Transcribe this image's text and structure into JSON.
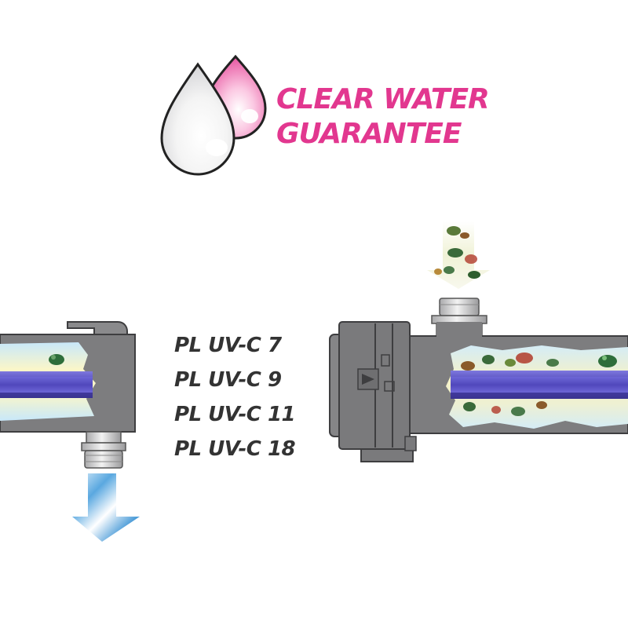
{
  "headline": {
    "line1": "CLEAR WATER",
    "line2": "GUARANTEE"
  },
  "models": [
    "PL UV-C 7",
    "PL UV-C 9",
    "PL UV-C 11",
    "PL UV-C 18"
  ],
  "colors": {
    "accent_pink": "#e2378f",
    "text_dark": "#333333",
    "housing_grey": "#7d7d7f",
    "lamp_blue": "#5a52c0",
    "clean_flow_blue": "#5aa8e0"
  },
  "icons": [
    "water-drops-icon",
    "inflow-arrow-icon",
    "outflow-arrow-icon"
  ]
}
